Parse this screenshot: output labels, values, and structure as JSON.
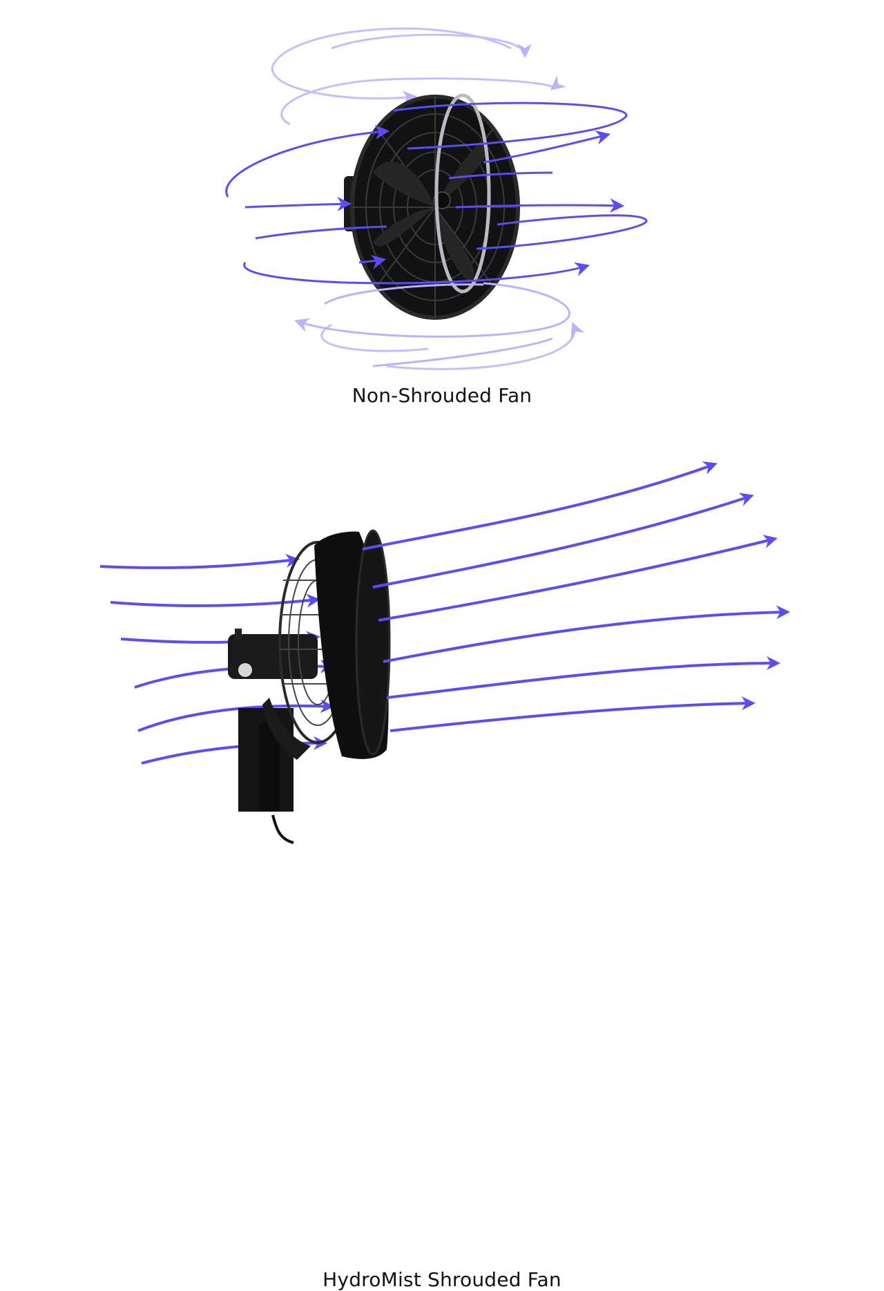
{
  "diagrams": [
    {
      "caption": "Non-Shrouded Fan",
      "airflow": "swirling"
    },
    {
      "caption": "HydroMist Shrouded Fan",
      "airflow": "directed"
    }
  ],
  "colors": {
    "airflow": "#5a4df5",
    "fan_body": "#111111",
    "chrome_ring": "#b8bcc2"
  }
}
